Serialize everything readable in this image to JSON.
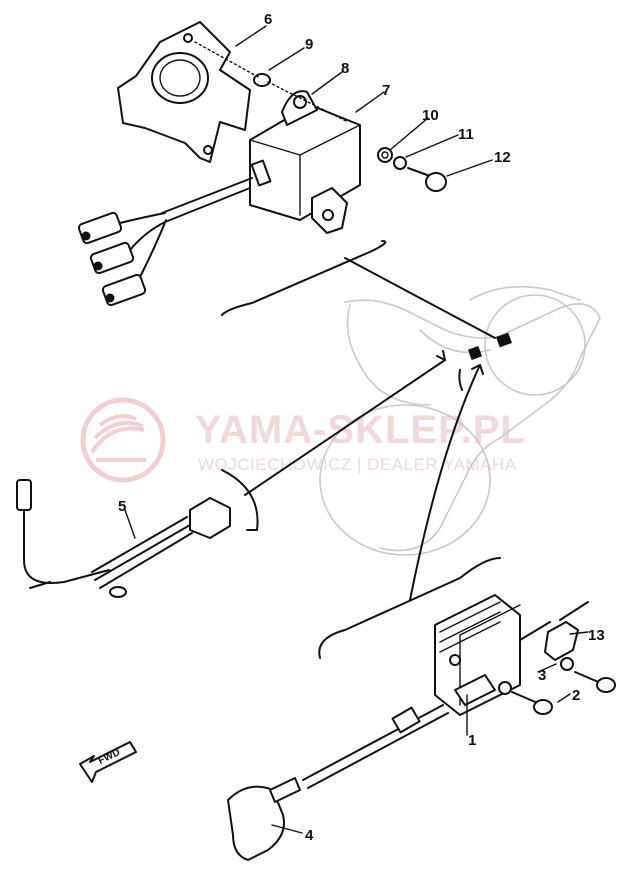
{
  "watermark": {
    "title": "YAMA-SKLEP.PL",
    "subtitle": "WOJCIECHOWICZ | DEALER YAMAHA",
    "color": "#e9c6c6"
  },
  "direction_marker": {
    "label": "FWD"
  },
  "callouts": [
    {
      "id": "1",
      "label": "1"
    },
    {
      "id": "2",
      "label": "2"
    },
    {
      "id": "3",
      "label": "3"
    },
    {
      "id": "4",
      "label": "4"
    },
    {
      "id": "5",
      "label": "5"
    },
    {
      "id": "6",
      "label": "6"
    },
    {
      "id": "7",
      "label": "7"
    },
    {
      "id": "8",
      "label": "8"
    },
    {
      "id": "9",
      "label": "9"
    },
    {
      "id": "10",
      "label": "10"
    },
    {
      "id": "11",
      "label": "11"
    },
    {
      "id": "12",
      "label": "12"
    },
    {
      "id": "13",
      "label": "13"
    }
  ]
}
